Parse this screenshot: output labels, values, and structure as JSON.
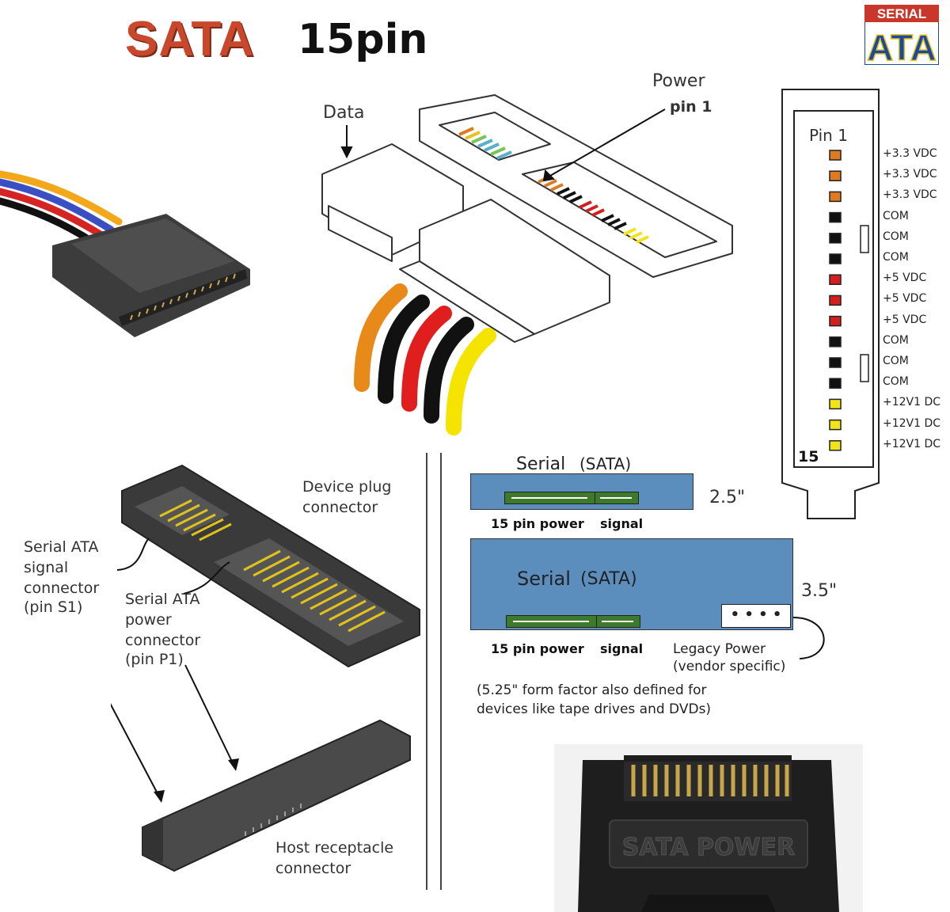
{
  "title": {
    "main": "SATA",
    "sub": "15pin"
  },
  "logo": {
    "top_text": "SERIAL",
    "bottom_text": "ATA",
    "color": "#1a4aa0",
    "accent": "#e8c21a"
  },
  "top_diagram": {
    "data_label": "Data",
    "power_label": "Power",
    "power_pin_label": "pin 1"
  },
  "pinout": {
    "first_label": "Pin 1",
    "last_label": "15",
    "pins": [
      {
        "label": "+3.3 VDC",
        "color": "#e07a20"
      },
      {
        "label": "+3.3 VDC",
        "color": "#e07a20"
      },
      {
        "label": "+3.3 VDC",
        "color": "#e07a20"
      },
      {
        "label": "COM",
        "color": "#111111"
      },
      {
        "label": "COM",
        "color": "#111111"
      },
      {
        "label": "COM",
        "color": "#111111"
      },
      {
        "label": "+5 VDC",
        "color": "#d41f1f"
      },
      {
        "label": "+5 VDC",
        "color": "#d41f1f"
      },
      {
        "label": "+5 VDC",
        "color": "#d41f1f"
      },
      {
        "label": "COM",
        "color": "#111111"
      },
      {
        "label": "COM",
        "color": "#111111"
      },
      {
        "label": "COM",
        "color": "#111111"
      },
      {
        "label": "+12V1 DC",
        "color": "#f2e41a"
      },
      {
        "label": "+12V1 DC",
        "color": "#f2e41a"
      },
      {
        "label": "+12V1 DC",
        "color": "#f2e41a"
      }
    ]
  },
  "lower_left": {
    "device_plug": "Device plug connector",
    "device_plug_l1": "Device plug",
    "device_plug_l2": "connector",
    "signal_l1": "Serial ATA",
    "signal_l2": "signal",
    "signal_l3": "connector",
    "signal_l4": "(pin S1)",
    "power_l1": "Serial ATA",
    "power_l2": "power",
    "power_l3": "connector",
    "power_l4": "(pin P1)",
    "host_l1": "Host receptacle",
    "host_l2": "connector"
  },
  "drives": {
    "small_title_a": "Serial",
    "small_title_b": "(SATA)",
    "small_size": "2.5\"",
    "small_power": "15 pin power",
    "small_signal": "signal",
    "large_title_a": "Serial",
    "large_title_b": "(SATA)",
    "large_size": "3.5\"",
    "large_power": "15 pin power",
    "large_signal": "signal",
    "legacy_l1": "Legacy Power",
    "legacy_l2": "(vendor specific)",
    "note_l1": "(5.25\" form factor also defined for",
    "note_l2": "devices like tape drives and DVDs)",
    "drive_color": "#5b8dbd",
    "connector_color": "#3d7a2c"
  },
  "photo": {
    "embossed_text": "SATA POWER"
  },
  "wire_colors": {
    "orange": "#e88a1a",
    "black": "#111111",
    "red": "#e01e1e",
    "yellow": "#f5e300"
  }
}
